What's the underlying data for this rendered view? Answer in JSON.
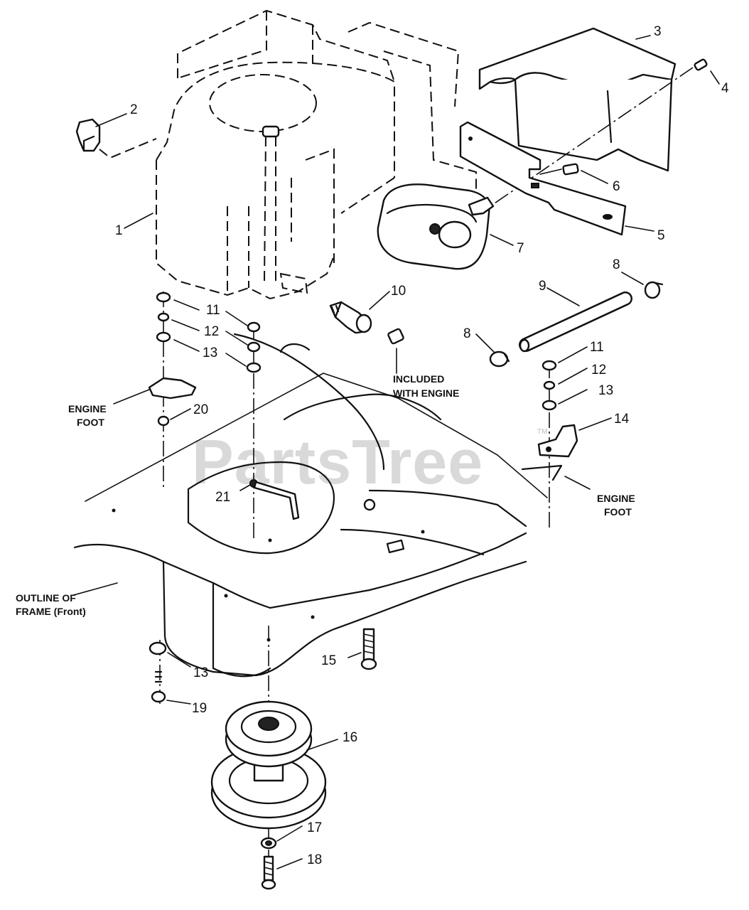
{
  "watermark": {
    "text": "PartsTree",
    "mark": "TM"
  },
  "callouts": {
    "c1": "1",
    "c2": "2",
    "c3": "3",
    "c4": "4",
    "c5": "5",
    "c6": "6",
    "c7": "7",
    "c8a": "8",
    "c8b": "8",
    "c9": "9",
    "c10": "10",
    "c11a": "11",
    "c11b": "11",
    "c12a": "12",
    "c12b": "12",
    "c13a": "13",
    "c13b": "13",
    "c13c": "13",
    "c14": "14",
    "c15": "15",
    "c16": "16",
    "c17": "17",
    "c18": "18",
    "c19": "19",
    "c20": "20",
    "c21": "21"
  },
  "labels": {
    "included": [
      "INCLUDED",
      "WITH ENGINE"
    ],
    "foot_left": [
      "ENGINE",
      "FOOT"
    ],
    "foot_right": [
      "ENGINE",
      "FOOT"
    ],
    "frame": [
      "OUTLINE OF",
      "FRAME (Front)"
    ]
  }
}
